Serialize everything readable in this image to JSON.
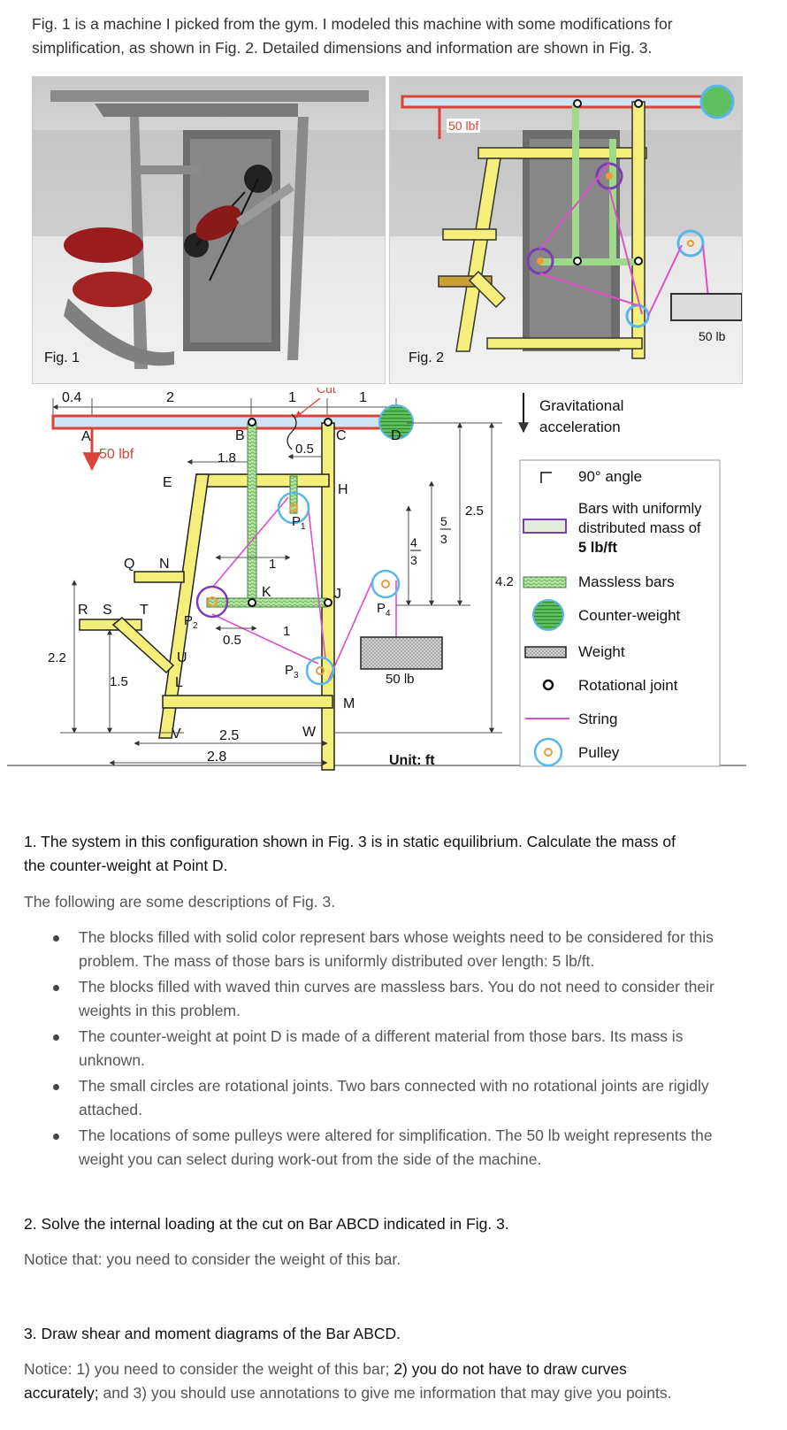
{
  "intro": {
    "line1": "Fig. 1 is a machine I picked from the gym.  I modeled this machine with some modifications for",
    "line2": "simplification, as shown in Fig. 2.  Detailed dimensions and information are shown in Fig. 3."
  },
  "fig1": {
    "label": "Fig. 1"
  },
  "fig2": {
    "label": "Fig. 2",
    "force_label": "50 lbf",
    "weight_label": "50 lb"
  },
  "fig3": {
    "cut_label": "Cut",
    "force_label": "50 lbf",
    "weight_label": "50 lb",
    "unit_label": "Unit: ft",
    "gravity_line1": "Gravitational",
    "gravity_line2": "acceleration",
    "points": {
      "A": "A",
      "B": "B",
      "C": "C",
      "D": "D",
      "E": "E",
      "H": "H",
      "J": "J",
      "K": "K",
      "L": "L",
      "M": "M",
      "N": "N",
      "Q": "Q",
      "R": "R",
      "S": "S",
      "T": "T",
      "U": "U",
      "V": "V",
      "W": "W",
      "P": "P",
      "s1": "1",
      "s2": "2",
      "s3": "3",
      "s4": "4"
    },
    "dims": {
      "d_0_4": "0.4",
      "d_2": "2",
      "d_1a": "1",
      "d_1b": "1",
      "d_1_8": "1.8",
      "d_0_5a": "0.5",
      "d_2_5": "2.5",
      "d_5_3": "5",
      "d_5_3b": "3",
      "d_4_3": "4",
      "d_4_3b": "3",
      "d_4_2": "4.2",
      "d_2_2": "2.2",
      "d_1_5": "1.5",
      "d_0_5b": "0.5",
      "d_1c": "1",
      "d_1d": "1",
      "d_2_5b": "2.5",
      "d_2_8": "2.8"
    },
    "legend": {
      "angle": "90° angle",
      "bars_line1": "Bars with uniformly",
      "bars_line2": "distributed mass of",
      "bars_line3": "5 lb/ft",
      "massless": "Massless bars",
      "counterweight": "Counter-weight",
      "weight": "Weight",
      "joint": "Rotational joint",
      "string": "String",
      "pulley": "Pulley"
    }
  },
  "q1": {
    "line1": "1. The system in this configuration shown in Fig. 3 is in static equilibrium. Calculate the mass of",
    "line2": "the counter-weight at Point D.",
    "desc": "The following are some descriptions of Fig. 3."
  },
  "bullets": [
    "The blocks filled with solid color represent bars whose weights need to be considered for this problem.  The mass of those bars is uniformly distributed over length: 5 lb/ft.",
    "The blocks filled with waved thin curves are massless bars.  You do not need to consider their weights in this problem.",
    "The counter-weight at point D is made of a different material from those bars. Its mass is unknown.",
    "The small circles are rotational joints. Two bars connected with no rotational joints are rigidly attached.",
    "The locations of some pulleys were altered for simplification.  The 50 lb weight represents the weight you can select during work-out from the side of the machine."
  ],
  "q2": {
    "title": "2. Solve the internal loading at the cut on Bar ABCD indicated in Fig. 3.",
    "note": "Notice that: you need to consider the weight of this bar."
  },
  "q3": {
    "title": "3. Draw shear and moment diagrams of the Bar ABCD.",
    "note_part1": "Notice: 1) you need to consider the weight of this bar; ",
    "note_part2": "2) you do not have to draw curves",
    "note_part3": "accurately;",
    "note_part4": " and 3) you should use annotations to give me information that may give you points."
  },
  "colors": {
    "red_bar": "#d9433a",
    "blue_fill": "#cfe3f3",
    "yellow_bar": "#f4ef7a",
    "green_massless": "#9fd98a",
    "pink_string": "#e04fc7",
    "orange_pulley": "#f09a3a",
    "pulley_blue": "#59b7e8",
    "purple": "#7b3fb5",
    "counterweight_green": "#5fbf5f"
  }
}
